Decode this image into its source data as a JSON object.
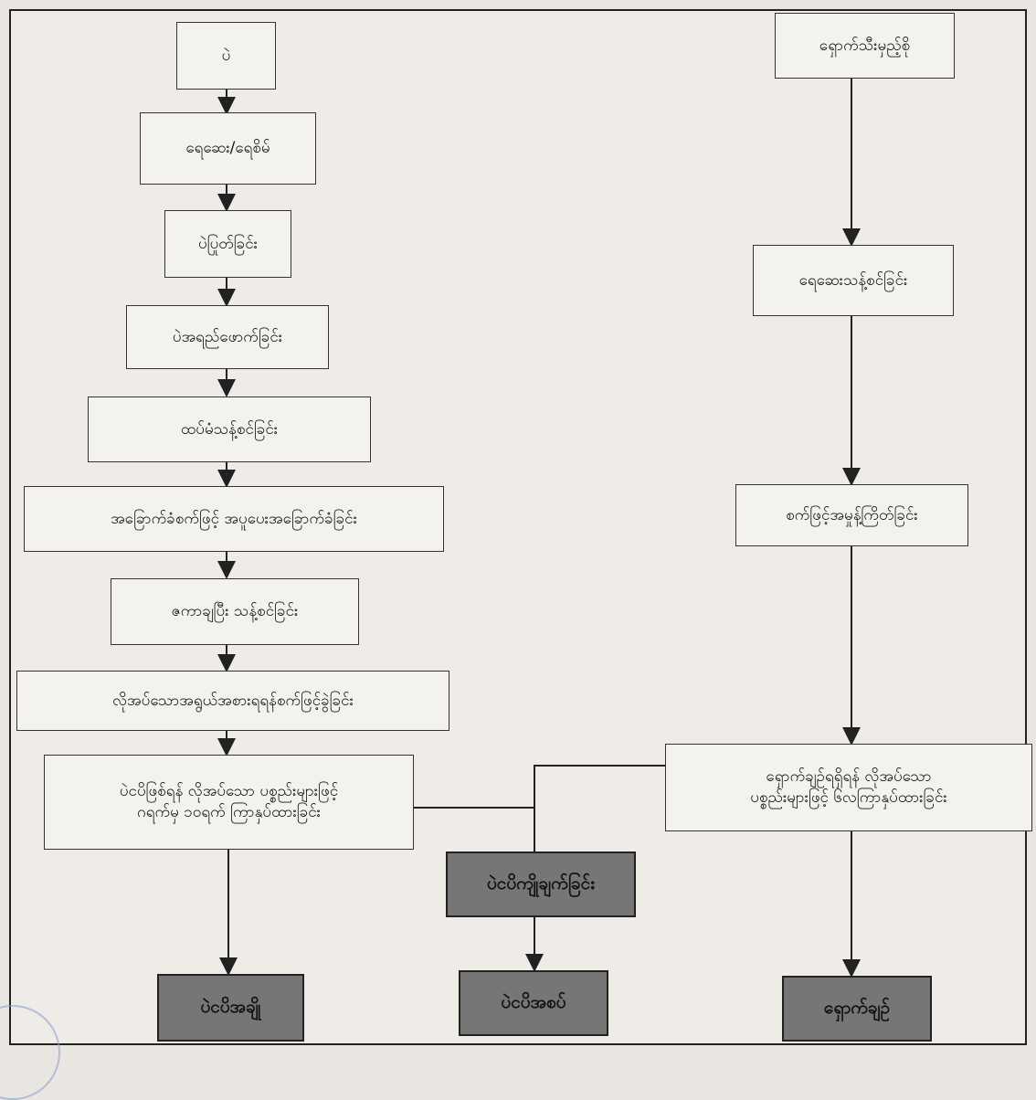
{
  "left": {
    "b1": "ပဲ",
    "b2": "ရေဆေး/ရေစိမ်",
    "b3": "ပဲပြုတ်ခြင်း",
    "b4": "ပဲအရည်ဖောက်ခြင်း",
    "b5": "ထပ်မံသန့်စင်ခြင်း",
    "b6": "အခြောက်ခံစက်ဖြင့် အပူပေးအခြောက်ခံခြင်း",
    "b7": "ဇကာချပြီး သန့်စင်ခြင်း",
    "b8": "လိုအပ်သောအရွယ်အစားရရန်စက်ဖြင့်ခွဲခြင်း",
    "b9": "ပဲငပိဖြစ်ရန် လိုအပ်သော ပစ္စည်းများဖြင့်\nဂရက်မှ ၁၀ရက် ကြာနှပ်ထားခြင်း"
  },
  "right": {
    "b1": "ရှောက်သီးမှည့်စို",
    "b2": "ရေဆေးသန့်စင်ခြင်း",
    "b3": "စက်ဖြင့်အမှုန့်ကြိတ်ခြင်း",
    "b4": "ရှောက်ချဉ်ရရှိရန် လိုအပ်သော\nပစ္စည်းများဖြင့် ၆လကြာနှပ်ထားခြင်း"
  },
  "middle": {
    "mix": "ပဲငပိကျိုချက်ခြင်း"
  },
  "outputs": {
    "o1": "ပဲငပိအချို",
    "o2": "ပဲငပိအစပ်",
    "o3": "ရှောက်ချဉ်"
  },
  "colors": {
    "box_fill": "#f4f2ee",
    "output_fill": "#767676",
    "line": "#222222"
  }
}
